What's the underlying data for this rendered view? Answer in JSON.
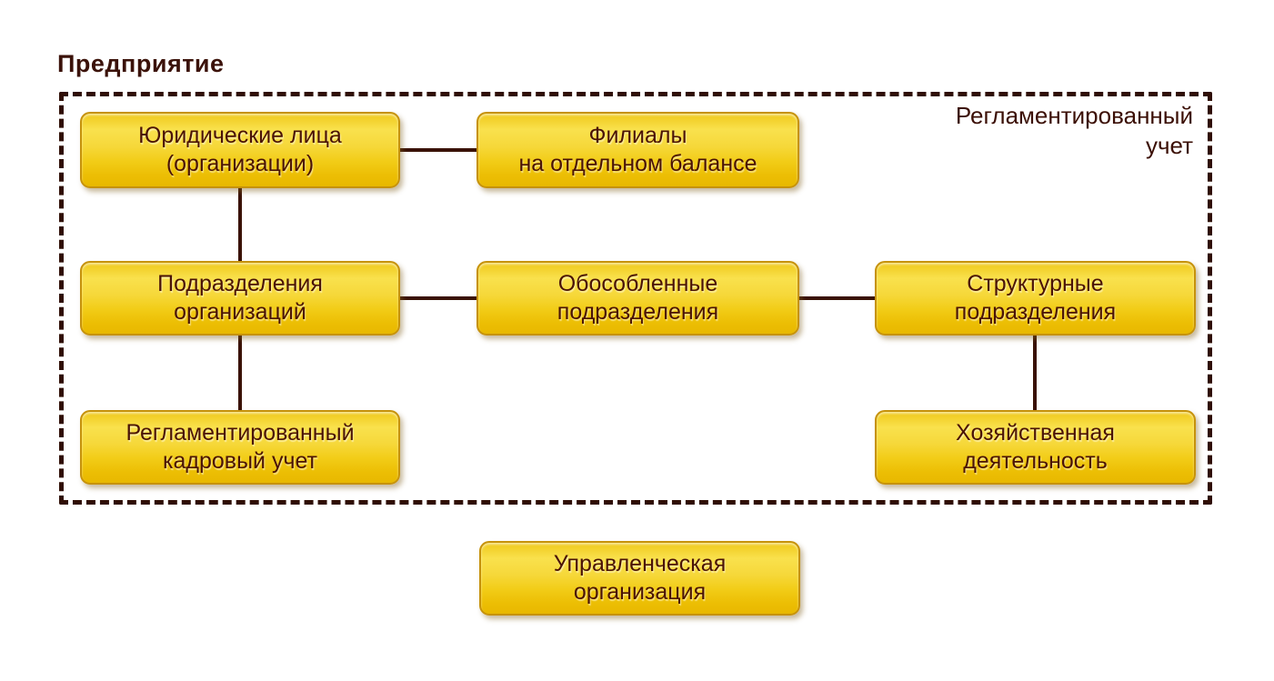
{
  "title": "Предприятие",
  "corner_label": "Регламентированный\nучет",
  "colors": {
    "node_fill_top": "#f9e14d",
    "node_fill_bottom": "#e8b800",
    "node_border": "#c6920b",
    "node_text": "#4a1306",
    "connector_line": "#3a1206",
    "frame_border": "#2f0e05",
    "title_text": "#3b120a",
    "background": "#ffffff"
  },
  "nodes": [
    {
      "id": "legal-entities",
      "label": "Юридические лица\n(организации)"
    },
    {
      "id": "branches-separate-balance",
      "label": "Филиалы\nна отдельном балансе"
    },
    {
      "id": "org-departments",
      "label": "Подразделения\nорганизаций"
    },
    {
      "id": "separate-subdivisions",
      "label": "Обособленные\nподразделения"
    },
    {
      "id": "structural-subdivisions",
      "label": "Структурные\nподразделения"
    },
    {
      "id": "regulated-hr-accounting",
      "label": "Регламентированный\nкадровый учет"
    },
    {
      "id": "business-activity",
      "label": "Хозяйственная\nдеятельность"
    },
    {
      "id": "management-organization",
      "label": "Управленческая\nорганизация"
    }
  ],
  "connections": [
    {
      "from": "legal-entities",
      "to": "branches-separate-balance",
      "type": "horizontal"
    },
    {
      "from": "legal-entities",
      "to": "org-departments",
      "type": "vertical"
    },
    {
      "from": "org-departments",
      "to": "separate-subdivisions",
      "type": "horizontal"
    },
    {
      "from": "separate-subdivisions",
      "to": "structural-subdivisions",
      "type": "horizontal"
    },
    {
      "from": "org-departments",
      "to": "regulated-hr-accounting",
      "type": "vertical"
    },
    {
      "from": "structural-subdivisions",
      "to": "business-activity",
      "type": "vertical"
    }
  ]
}
